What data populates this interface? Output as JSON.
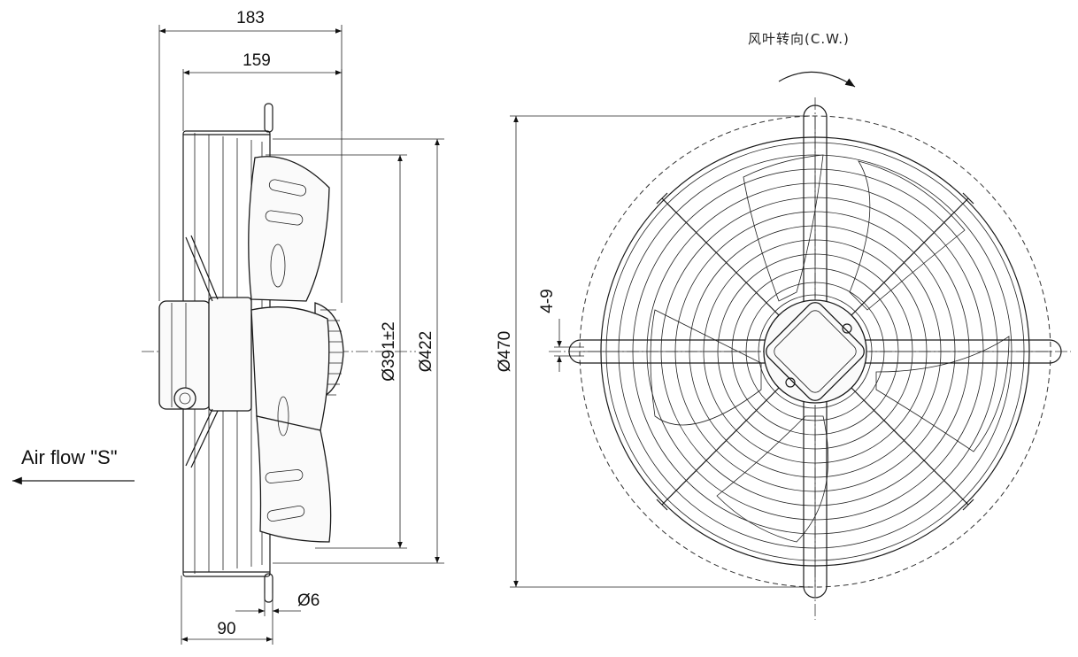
{
  "side_view": {
    "dim_overall_depth": "183",
    "dim_grille_depth": "159",
    "dim_blade_diameter": "Ø391±2",
    "dim_guard_diameter": "Ø422",
    "dim_hole": "Ø6",
    "dim_mount_depth": "90",
    "airflow_label": "Air flow \"S\""
  },
  "front_view": {
    "rotation_label": "风叶转向(C.W.)",
    "dim_overall_diameter": "Ø470",
    "dim_slot": "4-9"
  }
}
